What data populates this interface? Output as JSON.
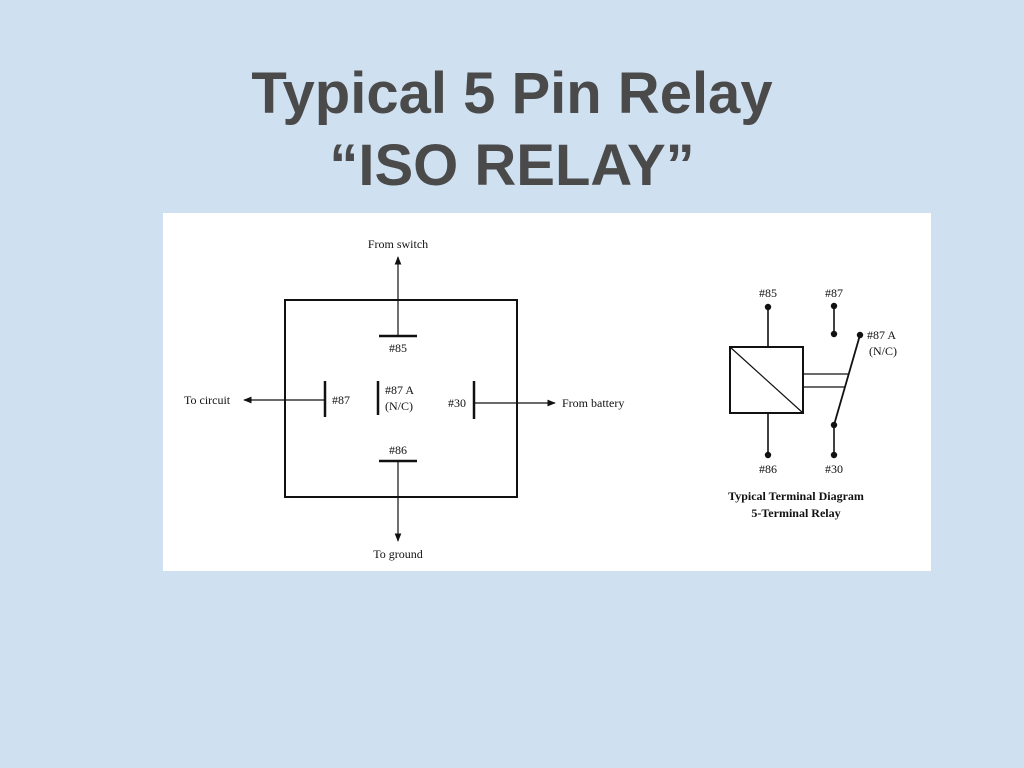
{
  "title": {
    "line1": "Typical 5 Pin Relay",
    "line2": "“ISO RELAY”"
  },
  "left_diagram": {
    "from_switch": "From switch",
    "to_circuit": "To circuit",
    "from_battery": "From battery",
    "to_ground": "To ground",
    "pin_85": "#85",
    "pin_86": "#86",
    "pin_87": "#87",
    "pin_87a": "#87 A",
    "pin_87a_note": "(N/C)",
    "pin_30": "#30"
  },
  "right_diagram": {
    "pin_85": "#85",
    "pin_87": "#87",
    "pin_87a": "#87 A",
    "pin_87a_note": "(N/C)",
    "pin_86": "#86",
    "pin_30": "#30",
    "caption_line1": "Typical Terminal Diagram",
    "caption_line2": "5-Terminal Relay"
  }
}
